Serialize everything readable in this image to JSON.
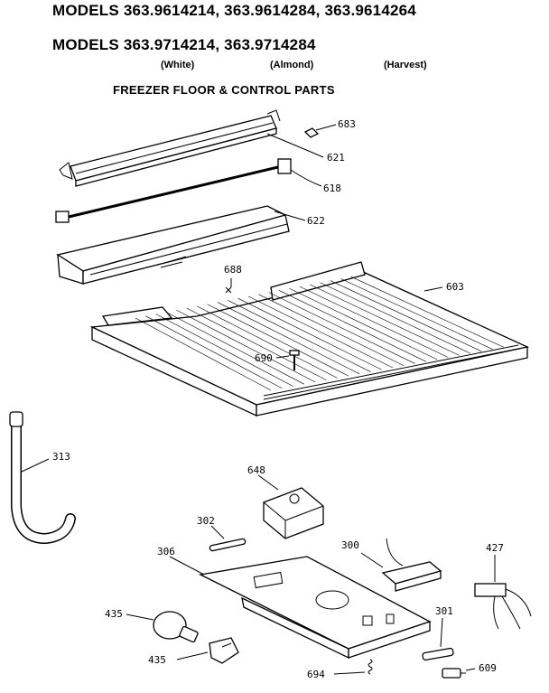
{
  "header": {
    "models_line_1": "MODELS 363.9614214, 363.9614284, 363.9614264",
    "models_line_2": "MODELS 363.9714214, 363.9714284",
    "colors": [
      "(White)",
      "(Almond)",
      "(Harvest)"
    ],
    "section_title": "FREEZER FLOOR & CONTROL PARTS"
  },
  "parts": [
    {
      "number": "683",
      "icon": "clip-icon"
    },
    {
      "number": "621",
      "icon": "light-shield-icon"
    },
    {
      "number": "618",
      "icon": "heater-rod-icon"
    },
    {
      "number": "622",
      "icon": "channel-icon"
    },
    {
      "number": "688",
      "icon": "screw-icon"
    },
    {
      "number": "603",
      "icon": "freezer-floor-icon"
    },
    {
      "number": "690",
      "icon": "screw-icon"
    },
    {
      "number": "313",
      "icon": "drain-tube-icon"
    },
    {
      "number": "648",
      "icon": "timer-icon"
    },
    {
      "number": "302",
      "icon": "pin-icon"
    },
    {
      "number": "306",
      "icon": "control-housing-icon"
    },
    {
      "number": "300",
      "icon": "thermostat-icon"
    },
    {
      "number": "427",
      "icon": "harness-icon"
    },
    {
      "number": "435",
      "icon": "bulb-icon"
    },
    {
      "number": "435",
      "icon": "socket-icon"
    },
    {
      "number": "301",
      "icon": "knob-icon"
    },
    {
      "number": "694",
      "icon": "spring-icon"
    },
    {
      "number": "609",
      "icon": "switch-icon"
    }
  ]
}
